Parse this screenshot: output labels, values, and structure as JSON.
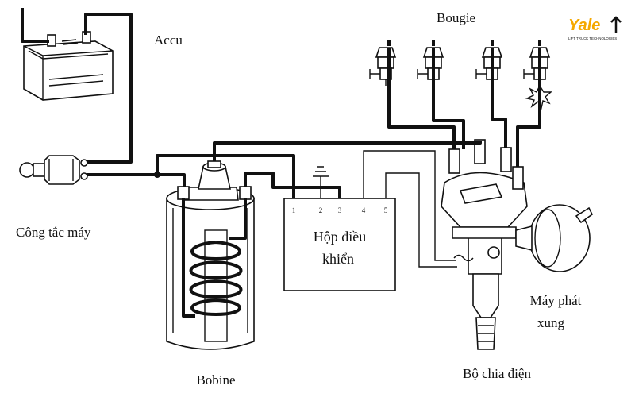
{
  "labels": {
    "battery": "Accu",
    "spark_plugs": "Bougie",
    "ignition_switch": "Công tắc máy",
    "coil": "Bobine",
    "control_box_line1": "Hộp điều",
    "control_box_line2": "khiển",
    "pulse_gen_line1": "Máy phát",
    "pulse_gen_line2": "xung",
    "distributor": "Bộ chia điện"
  },
  "control_box_terminals": [
    "1",
    "2",
    "3",
    "4",
    "5"
  ],
  "logo": {
    "brand": "Yale",
    "tagline": "LIFT TRUCK TECHNOLOGIES",
    "color": "#f5a800"
  }
}
